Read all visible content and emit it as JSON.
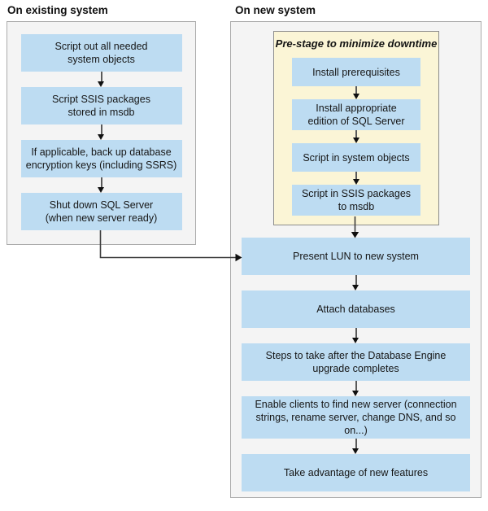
{
  "diagram": {
    "left": {
      "header": "On existing system",
      "steps": [
        "Script out all needed\nsystem objects",
        "Script SSIS packages\nstored in msdb",
        "If applicable, back up database\nencryption keys (including SSRS)",
        "Shut down SQL Server\n(when new server ready)"
      ]
    },
    "right": {
      "header": "On new system",
      "prestage": {
        "title": "Pre-stage to minimize downtime",
        "steps": [
          "Install prerequisites",
          "Install appropriate\nedition of SQL Server",
          "Script in system objects",
          "Script in SSIS packages\nto msdb"
        ]
      },
      "steps": [
        "Present LUN to new system",
        "Attach databases",
        "Steps to take after the Database Engine\nupgrade completes",
        "Enable clients to find new server (connection\nstrings, rename server, change DNS, and so on...)",
        "Take advantage of new features"
      ]
    },
    "colors": {
      "step_fill": "#BDDCF2",
      "prestage_fill": "#FBF5D6",
      "prestage_border": "#8C8C8C",
      "container_fill": "#F4F4F4",
      "container_border": "#ABABAB",
      "connector": "#303030",
      "text": "#161616"
    }
  }
}
